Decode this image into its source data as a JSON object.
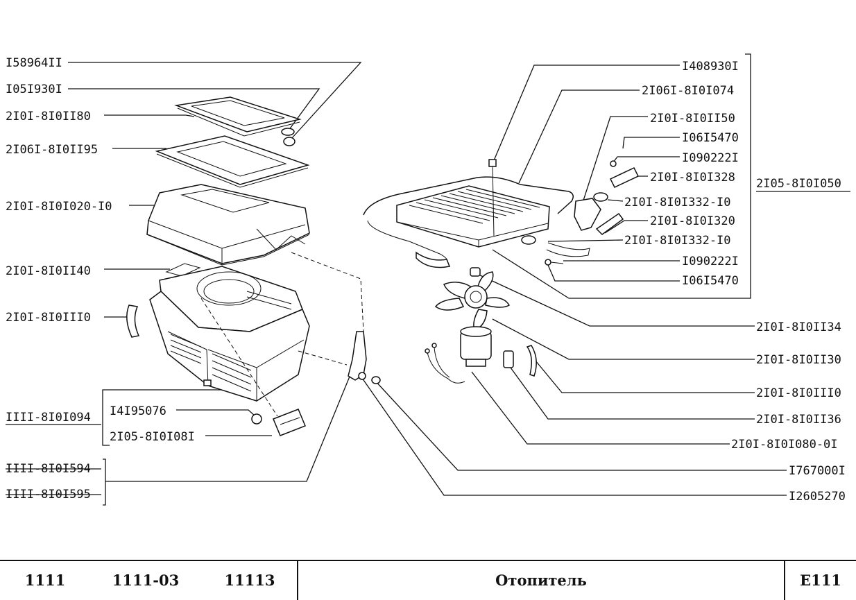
{
  "diagram": {
    "left_labels": [
      {
        "id": "l1",
        "text": "I58964II"
      },
      {
        "id": "l2",
        "text": "I05I930I"
      },
      {
        "id": "l3",
        "text": "2I0I-8I0II80"
      },
      {
        "id": "l4",
        "text": "2I06I-8I0II95"
      },
      {
        "id": "l5",
        "text": "2I0I-8I0I020-I0"
      },
      {
        "id": "l6",
        "text": "2I0I-8I0II40"
      },
      {
        "id": "l7",
        "text": "2I0I-8I0III0"
      },
      {
        "id": "l8",
        "text": "IIII-8I0I094"
      },
      {
        "id": "l9",
        "text": "I4I95076"
      },
      {
        "id": "l10",
        "text": "2I05-8I0I08I"
      },
      {
        "id": "l11",
        "text": "IIII-8I0I594"
      },
      {
        "id": "l12",
        "text": "IIII-8I0I595"
      }
    ],
    "right_labels": [
      {
        "id": "r1",
        "text": "I408930I"
      },
      {
        "id": "r2",
        "text": "2I06I-8I0I074"
      },
      {
        "id": "r3",
        "text": "2I0I-8I0II50"
      },
      {
        "id": "r4",
        "text": "I06I5470"
      },
      {
        "id": "r5",
        "text": "I090222I"
      },
      {
        "id": "r6",
        "text": "2I0I-8I0I328"
      },
      {
        "id": "r7",
        "text": "2I0I-8I0I332-I0"
      },
      {
        "id": "r8",
        "text": "2I0I-8I0I320"
      },
      {
        "id": "r9",
        "text": "2I0I-8I0I332-I0"
      },
      {
        "id": "r10",
        "text": "I090222I"
      },
      {
        "id": "r11",
        "text": "I06I5470"
      },
      {
        "id": "r12",
        "text": "2I05-8I0I050"
      },
      {
        "id": "r13",
        "text": "2I0I-8I0II34"
      },
      {
        "id": "r14",
        "text": "2I0I-8I0II30"
      },
      {
        "id": "r15",
        "text": "2I0I-8I0III0"
      },
      {
        "id": "r16",
        "text": "2I0I-8I0II36"
      },
      {
        "id": "r17",
        "text": "2I0I-8I0I080-0I"
      },
      {
        "id": "r18",
        "text": "I767000I"
      },
      {
        "id": "r19",
        "text": "I2605270"
      }
    ]
  },
  "footer": {
    "model1": "1111",
    "model2": "1111-03",
    "model3": "11113",
    "title": "Отопитель",
    "code": "E111"
  }
}
